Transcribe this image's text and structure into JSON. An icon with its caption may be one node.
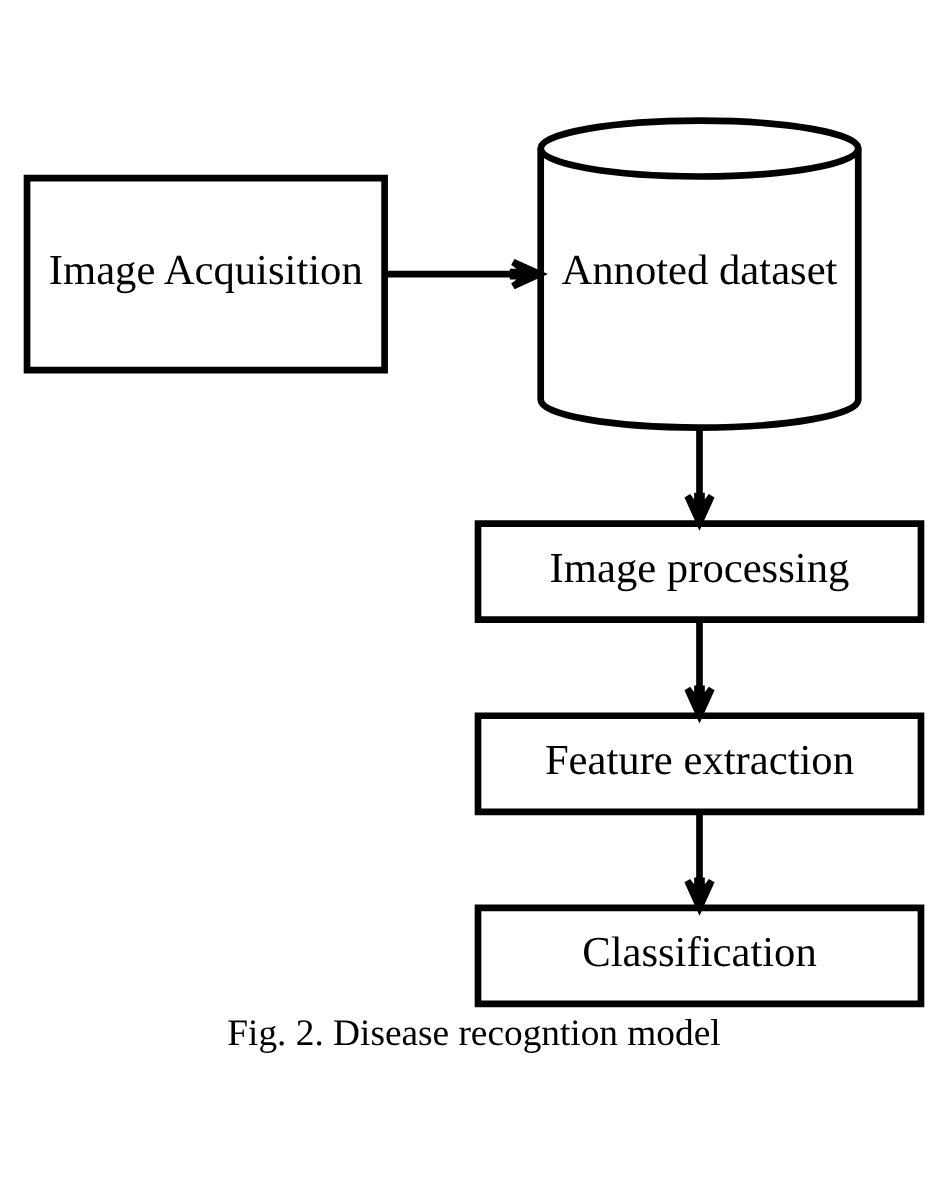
{
  "diagram": {
    "caption": "Fig. 2. Disease recogntion model",
    "nodes": [
      {
        "text": [
          "Image Acquisition"
        ]
      },
      {
        "text": [
          "Annoted dataset"
        ]
      },
      {
        "text": [
          "Image processing"
        ]
      },
      {
        "text": [
          "Feature extraction"
        ]
      },
      {
        "text": [
          "Classification"
        ]
      }
    ],
    "edges": [
      {
        "from": 0,
        "to": 1,
        "arrow": "to"
      },
      {
        "from": 1,
        "to": 2,
        "arrow": "to"
      },
      {
        "from": 2,
        "to": 3,
        "arrow": "to"
      },
      {
        "from": 3,
        "to": 4,
        "arrow": "to"
      }
    ]
  }
}
